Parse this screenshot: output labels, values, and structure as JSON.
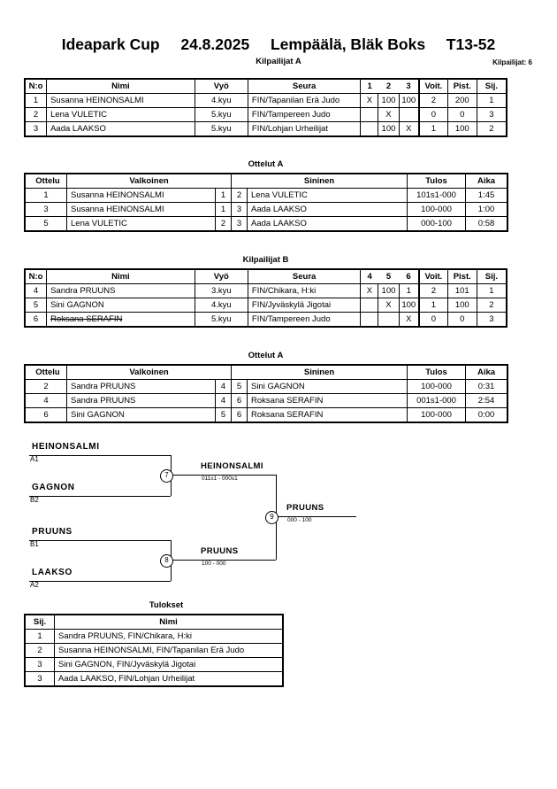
{
  "header": {
    "event": "Ideapark Cup",
    "date": "24.8.2025",
    "venue": "Lempäälä, Bläk Boks",
    "category": "T13-52",
    "subtitle": "Kilpailijat A",
    "entrants": "Kilpailijat: 6"
  },
  "pool_a": {
    "headers": {
      "no": "N:o",
      "name": "Nimi",
      "belt": "Vyö",
      "club": "Seura",
      "m1": "1",
      "m2": "2",
      "m3": "3",
      "wins": "Voit.",
      "points": "Pist.",
      "rank": "Sij."
    },
    "rows": [
      {
        "no": "1",
        "name": "Susanna HEINONSALMI",
        "belt": "4.kyu",
        "club": "FIN/Tapanilan Erä Judo",
        "cells": [
          "X",
          "100",
          "100"
        ],
        "wins": "2",
        "points": "200",
        "rank": "1",
        "withdrawn": false
      },
      {
        "no": "2",
        "name": "Lena VULETIC",
        "belt": "5.kyu",
        "club": "FIN/Tampereen Judo",
        "cells": [
          "",
          "X",
          ""
        ],
        "wins": "0",
        "points": "0",
        "rank": "3",
        "withdrawn": false
      },
      {
        "no": "3",
        "name": "Aada LAAKSO",
        "belt": "5.kyu",
        "club": "FIN/Lohjan Urheilijat",
        "cells": [
          "",
          "100",
          "X"
        ],
        "wins": "1",
        "points": "100",
        "rank": "2",
        "withdrawn": false
      }
    ]
  },
  "matches_a": {
    "caption": "Ottelut A",
    "headers": {
      "match": "Ottelu",
      "white": "Valkoinen",
      "blue": "Sininen",
      "result": "Tulos",
      "time": "Aika"
    },
    "rows": [
      {
        "match": "1",
        "white": "Susanna HEINONSALMI",
        "white_no": "1",
        "blue_no": "2",
        "blue": "Lena VULETIC",
        "result": "101s1-000",
        "time": "1:45",
        "white_won": true
      },
      {
        "match": "3",
        "white": "Susanna HEINONSALMI",
        "white_no": "1",
        "blue_no": "3",
        "blue": "Aada LAAKSO",
        "result": "100-000",
        "time": "1:00",
        "white_won": true
      },
      {
        "match": "5",
        "white": "Lena VULETIC",
        "white_no": "2",
        "blue_no": "3",
        "blue": "Aada LAAKSO",
        "result": "000-100",
        "time": "0:58",
        "white_won": false
      }
    ]
  },
  "pool_b": {
    "caption": "Kilpailijat B",
    "headers": {
      "no": "N:o",
      "name": "Nimi",
      "belt": "Vyö",
      "club": "Seura",
      "m1": "4",
      "m2": "5",
      "m3": "6",
      "wins": "Voit.",
      "points": "Pist.",
      "rank": "Sij."
    },
    "rows": [
      {
        "no": "4",
        "name": "Sandra PRUUNS",
        "belt": "3.kyu",
        "club": "FIN/Chikara, H:ki",
        "cells": [
          "X",
          "100",
          "1"
        ],
        "wins": "2",
        "points": "101",
        "rank": "1",
        "withdrawn": false
      },
      {
        "no": "5",
        "name": "Sini GAGNON",
        "belt": "4.kyu",
        "club": "FIN/Jyväskylä Jigotai",
        "cells": [
          "",
          "X",
          "100"
        ],
        "wins": "1",
        "points": "100",
        "rank": "2",
        "withdrawn": false
      },
      {
        "no": "6",
        "name": "Roksana SERAFIN",
        "belt": "5.kyu",
        "club": "FIN/Tampereen Judo",
        "cells": [
          "",
          "",
          "X"
        ],
        "wins": "0",
        "points": "0",
        "rank": "3",
        "withdrawn": true
      }
    ]
  },
  "matches_b": {
    "caption": "Ottelut A",
    "headers": {
      "match": "Ottelu",
      "white": "Valkoinen",
      "blue": "Sininen",
      "result": "Tulos",
      "time": "Aika"
    },
    "rows": [
      {
        "match": "2",
        "white": "Sandra PRUUNS",
        "white_no": "4",
        "blue_no": "5",
        "blue": "Sini GAGNON",
        "result": "100-000",
        "time": "0:31",
        "white_won": true
      },
      {
        "match": "4",
        "white": "Sandra PRUUNS",
        "white_no": "4",
        "blue_no": "6",
        "blue": "Roksana SERAFIN",
        "result": "001s1-000",
        "time": "2:54",
        "white_won": true
      },
      {
        "match": "6",
        "white": "Sini GAGNON",
        "white_no": "5",
        "blue_no": "6",
        "blue": "Roksana SERAFIN",
        "result": "100-000",
        "time": "0:00",
        "white_won": true
      }
    ]
  },
  "bracket": {
    "entries": [
      {
        "name": "HEINONSALMI",
        "seed": "A1"
      },
      {
        "name": "GAGNON",
        "seed": "B2"
      },
      {
        "name": "PRUUNS",
        "seed": "B1"
      },
      {
        "name": "LAAKSO",
        "seed": "A2"
      }
    ],
    "semifinals": [
      {
        "number": "7",
        "winner": "HEINONSALMI",
        "score": "011s1 - 000s1"
      },
      {
        "number": "8",
        "winner": "PRUUNS",
        "score": "100 - 000"
      }
    ],
    "final": {
      "number": "9",
      "winner": "PRUUNS",
      "score": "000 - 100"
    }
  },
  "results": {
    "caption": "Tulokset",
    "headers": {
      "rank": "Sij.",
      "name": "Nimi"
    },
    "rows": [
      {
        "rank": "1",
        "name": "Sandra PRUUNS, FIN/Chikara, H:ki"
      },
      {
        "rank": "2",
        "name": "Susanna HEINONSALMI, FIN/Tapanilan Erä Judo"
      },
      {
        "rank": "3",
        "name": "Sini GAGNON, FIN/Jyväskylä Jigotai"
      },
      {
        "rank": "3",
        "name": "Aada LAAKSO, FIN/Lohjan Urheilijat"
      }
    ]
  }
}
